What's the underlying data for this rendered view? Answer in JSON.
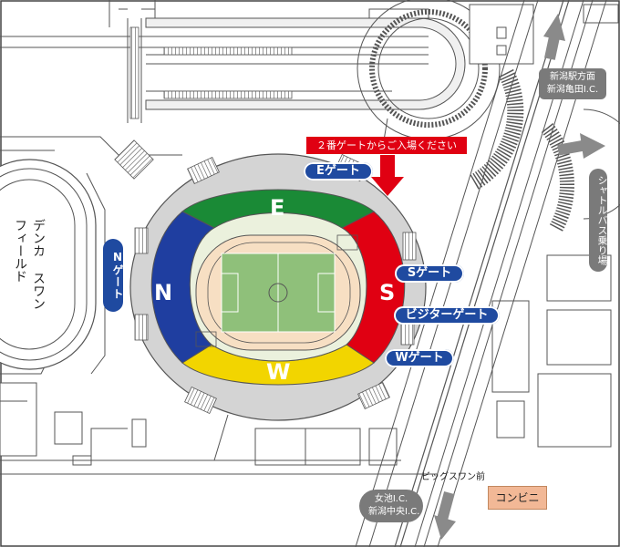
{
  "stadium": {
    "sections": [
      {
        "letter": "E",
        "color": "#1a8a36"
      },
      {
        "letter": "S",
        "color": "#e00012"
      },
      {
        "letter": "W",
        "color": "#f2d500"
      },
      {
        "letter": "N",
        "color": "#1f3ea0"
      }
    ]
  },
  "gates": {
    "e_gate": "Eゲート",
    "n_gate": "Nゲート",
    "s_gate": "Sゲート",
    "visitor_gate": "ビジターゲート",
    "w_gate": "Wゲート"
  },
  "notice": {
    "text": "２番ゲートからご入場ください",
    "color": "#e00012"
  },
  "places": {
    "denka_swan_field": "デンカ スワンフィールド",
    "konbini": "コンビニ",
    "big_swan_mae": "ビッグスワン前",
    "shuttle_bus": "シャトルバス乗り場"
  },
  "directions": {
    "niigata_station": "新潟駅方面",
    "niigata_kameda": "新潟亀田I.C.",
    "menoike_ic": "女池I.C.",
    "niigata_chuo_ic": "新潟中央I.C."
  },
  "colors": {
    "gate_pill": "#1f4aa0",
    "direction_pill": "#7a7a7a",
    "arrow": "#888888",
    "konbini_fill": "#f2b896"
  }
}
